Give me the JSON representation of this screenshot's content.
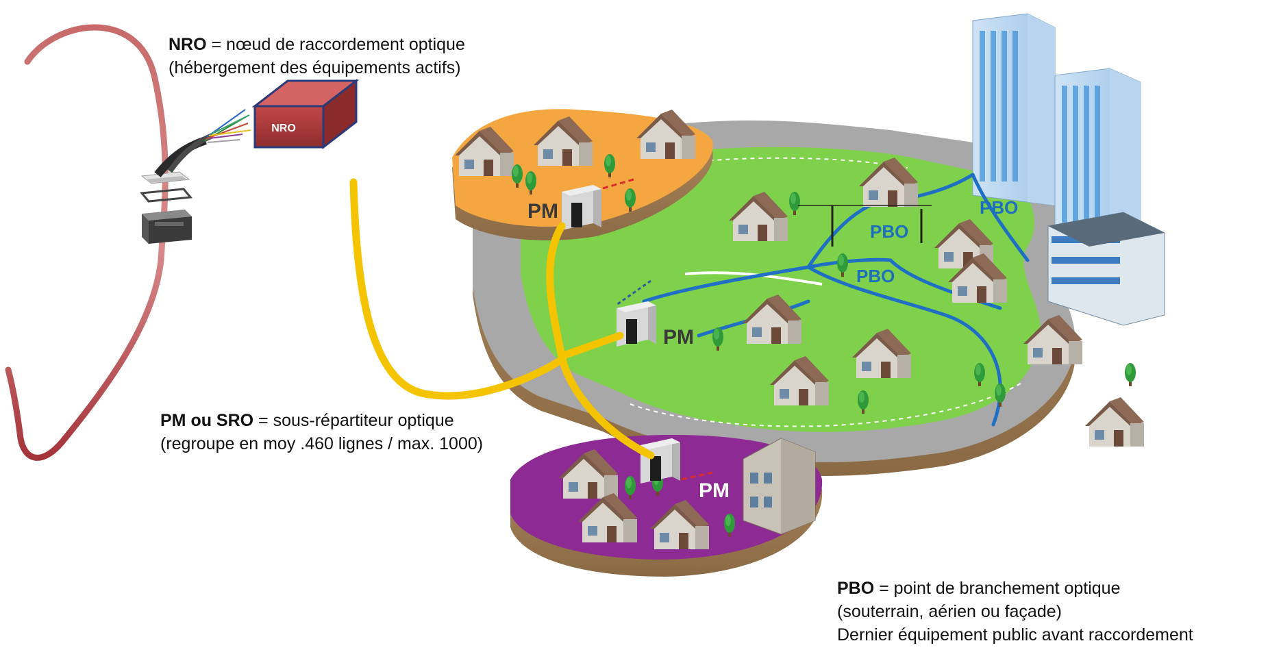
{
  "labels": {
    "nro_box": "NRO",
    "pm_orange": "PM",
    "pm_center": "PM",
    "pm_purple": "PM",
    "pbo_1": "PBO",
    "pbo_2": "PBO",
    "pbo_3": "PBO"
  },
  "captions": {
    "nro": {
      "term": "NRO",
      "definition": " = nœud de raccordement optique",
      "detail": "(hébergement des équipements actifs)"
    },
    "pm": {
      "term": "PM ou SRO",
      "definition": " = sous-répartiteur optique",
      "detail": "(regroupe en moy .460 lignes / max. 1000)"
    },
    "pbo": {
      "term": "PBO",
      "definition": " = point de branchement optique",
      "detail": "(souterrain, aérien ou façade)",
      "detail2": "Dernier équipement public avant raccordement"
    }
  },
  "colors": {
    "nro_box": "#a83a3a",
    "yellow_fiber": "#f5c400",
    "blue_fiber": "#1f6fc4",
    "grass": "#7fd14b",
    "orange_ground": "#f4a640",
    "purple_ground": "#8e2a94",
    "road": "#a7a7a7",
    "soil": "#a9835a",
    "arc": "#b4454a",
    "pbo_text": "#1d6fbe",
    "pm_text": "#3a3a3a"
  },
  "icons": {
    "fiber_bundle": "fiber-bundle-icon",
    "splice_chamber": "splice-chamber-icon",
    "cabinet": "street-cabinet-icon",
    "house": "house-icon",
    "tree": "tree-icon",
    "tower": "tower-building-icon"
  }
}
